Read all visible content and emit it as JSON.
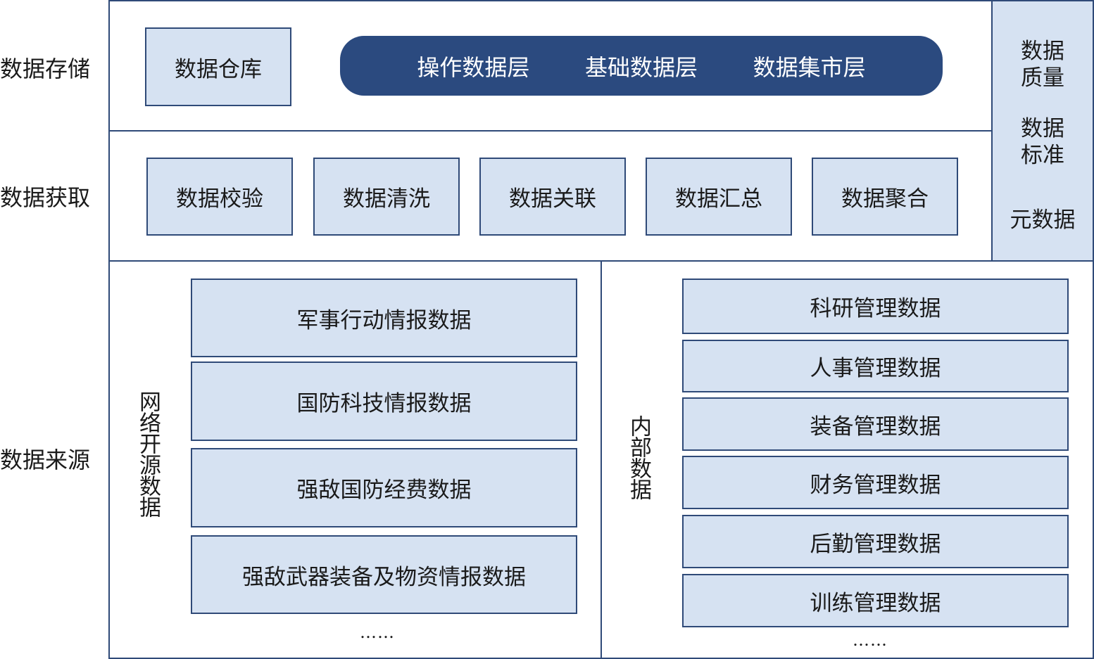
{
  "rows": {
    "storage_label": "数据存储",
    "acquisition_label": "数据获取",
    "source_label": "数据来源"
  },
  "storage": {
    "warehouse": "数据仓库",
    "layers": [
      "操作数据层",
      "基础数据层",
      "数据集市层"
    ]
  },
  "governance": {
    "items": [
      "数据\n质量",
      "数据\n标准",
      "元数据"
    ]
  },
  "acquisition": {
    "steps": [
      "数据校验",
      "数据清洗",
      "数据关联",
      "数据汇总",
      "数据聚合"
    ]
  },
  "sources": {
    "open": {
      "label": "网络开源数据",
      "items": [
        "军事行动情报数据",
        "国防科技情报数据",
        "强敌国防经费数据",
        "强敌武器装备及物资情报数据"
      ],
      "more": "……"
    },
    "internal": {
      "label": "内部数据",
      "items": [
        "科研管理数据",
        "人事管理数据",
        "装备管理数据",
        "财务管理数据",
        "后勤管理数据",
        "训练管理数据"
      ],
      "more": "……"
    }
  },
  "colors": {
    "border": "#2f4a78",
    "box_fill": "#d6e2f2",
    "pill_fill": "#2b4a7f"
  }
}
